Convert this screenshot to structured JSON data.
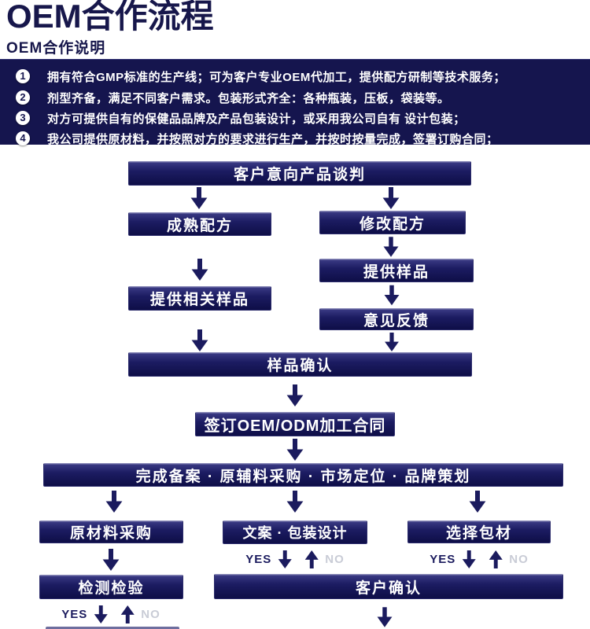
{
  "header": {
    "title": "OEM合作流程",
    "subtitle": "OEM合作说明"
  },
  "intro": {
    "items": [
      {
        "num": "1",
        "text": "拥有符合GMP标准的生产线；可为客户专业OEM代加工，提供配方研制等技术服务；"
      },
      {
        "num": "2",
        "text": "剂型齐备，满足不同客户需求。包装形式齐全：各种瓶装，压板，袋装等。"
      },
      {
        "num": "3",
        "text": "对方可提供自有的保健品品牌及产品包装设计，或采用我公司自有 设计包装；"
      },
      {
        "num": "4",
        "text": "我公司提供原材料，并按照对方的要求进行生产，并按时按量完成，签署订购合同；"
      }
    ]
  },
  "flow": {
    "yes_label": "YES",
    "no_label": "NO",
    "nodes": {
      "negotiation": "客户意向产品谈判",
      "mature_formula": "成熟配方",
      "modify_formula": "修改配方",
      "provide_related_samples": "提供相关样品",
      "provide_samples": "提供样品",
      "feedback": "意见反馈",
      "sample_confirm": "样品确认",
      "sign_contract": "签订OEM/ODM加工合同",
      "filing_row": "完成备案 · 原辅料采购 · 市场定位 · 品牌策划",
      "raw_material_purchase": "原材料采购",
      "copy_packaging_design": "文案 · 包装设计",
      "select_packaging": "选择包材",
      "inspection": "检测检验",
      "customer_confirm": "客户确认"
    }
  },
  "colors": {
    "navy": "#1b1b5e",
    "navy_dark": "#17174b",
    "panel_bg": "#15154e",
    "box_top": "#3b3b85",
    "box_mid": "#1c1c62",
    "box_bottom": "#0e0e47",
    "no_gray": "#c9ccd6"
  }
}
